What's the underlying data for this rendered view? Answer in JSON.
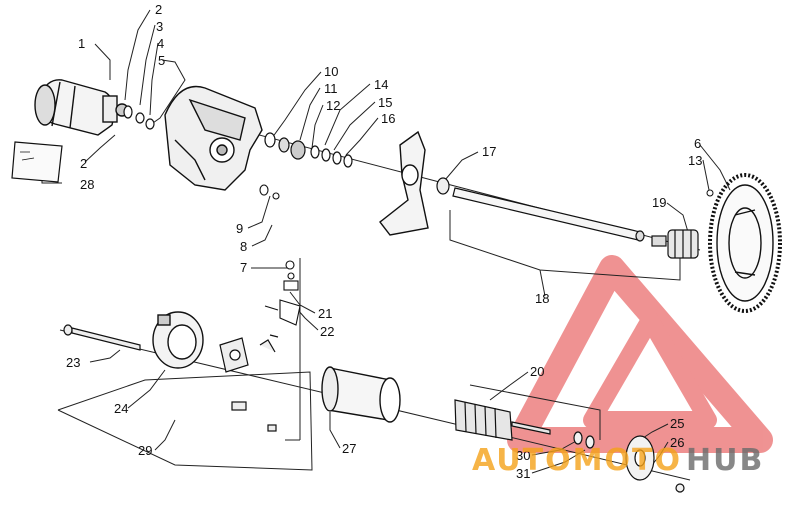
{
  "diagram": {
    "callouts": [
      "1",
      "2",
      "3",
      "4",
      "5",
      "2",
      "28",
      "10",
      "11",
      "12",
      "14",
      "15",
      "16",
      "17",
      "6",
      "13",
      "19",
      "9",
      "8",
      "7",
      "21",
      "22",
      "18",
      "23",
      "24",
      "29",
      "20",
      "27",
      "25",
      "26",
      "30",
      "31"
    ]
  },
  "watermark": {
    "text_orange": "AUTOMOTO",
    "text_gray": "HUB",
    "colors": {
      "triangle": "#e23a3a",
      "orange": "#f5a21a",
      "gray": "#6b6b6b"
    }
  }
}
